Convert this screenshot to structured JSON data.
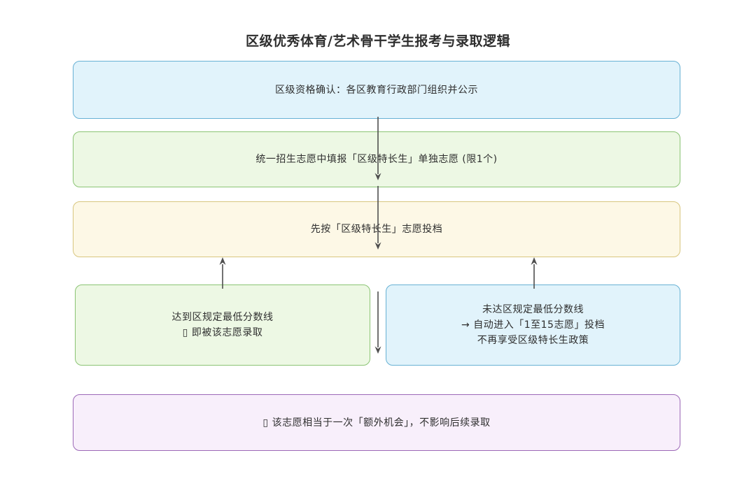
{
  "title": "区级优秀体育/艺术骨干学生报考与录取逻辑",
  "palette": {
    "blue_fill": "#e1f3fb",
    "blue_border": "#67b1d4",
    "green_fill": "#edf8e4",
    "green_border": "#8bc474",
    "yellow_fill": "#fdf8e6",
    "yellow_border": "#d8c67f",
    "purple_fill": "#f8effb",
    "purple_border": "#9c68b7",
    "arrow": "#4f4f4f",
    "text": "#2f2f2f"
  },
  "flow": {
    "step1": {
      "text": "区级资格确认：各区教育行政部门组织并公示"
    },
    "step2": {
      "text": "统一招生志愿中填报「区级特长生」单独志愿 (限1个)"
    },
    "step3": {
      "text": "先按「区级特长生」志愿投档"
    },
    "outcome_pass": {
      "line1": "达到区规定最低分数线",
      "line2": "▯ 即被该志愿录取"
    },
    "outcome_fail": {
      "line1": "未达区规定最低分数线",
      "line2": "→ 自动进入「1至15志愿」投档",
      "line3": "不再享受区级特长生政策"
    },
    "note": {
      "text": "▯ 该志愿相当于一次「额外机会」，不影响后续录取"
    }
  }
}
